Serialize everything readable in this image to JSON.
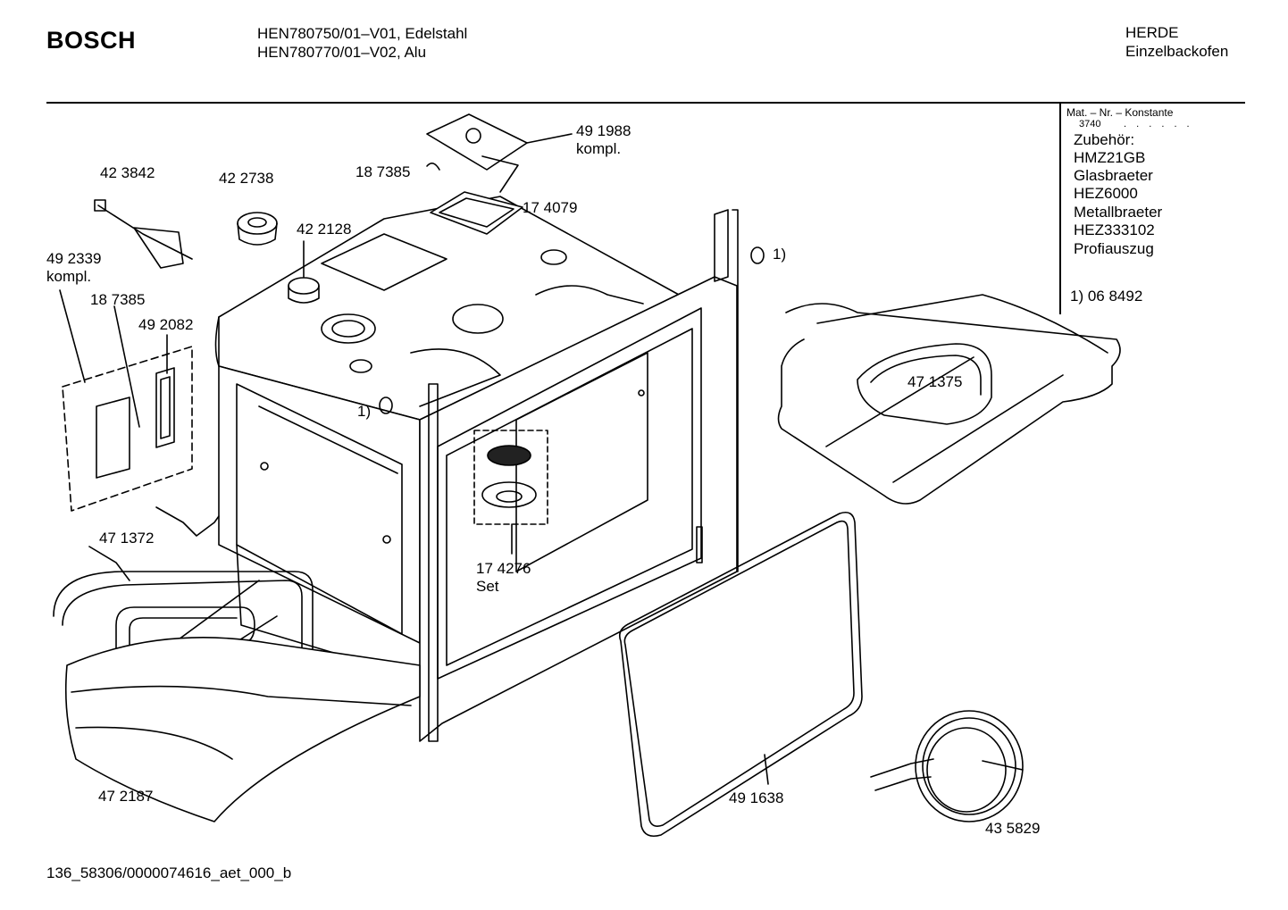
{
  "header": {
    "brand": "BOSCH",
    "models": [
      "HEN780750/01–V01, Edelstahl",
      "HEN780770/01–V02,  Alu"
    ],
    "category": [
      "HERDE",
      "Einzelbackofen"
    ]
  },
  "side_panel": {
    "mat_label": "Mat. – Nr. – Konstante",
    "constant": "3740",
    "dots": ". . . . . .",
    "accessories_title": "Zubehör:",
    "accessories": [
      "HMZ21GB",
      "Glasbraeter",
      "HEZ6000",
      "Metallbraeter",
      "HEZ333102",
      "Profiauszug"
    ],
    "footnote": "1) 06 8492"
  },
  "parts": {
    "p491988": "49 1988",
    "p491988_note": "kompl.",
    "p187385_top": "18 7385",
    "p174079": "17 4079",
    "p423842": "42 3842",
    "p422738": "42 2738",
    "p422128": "42 2128",
    "p492339": "49 2339",
    "p492339_note": "kompl.",
    "p187385_left": "18 7385",
    "p492082": "49 2082",
    "p471372": "47 1372",
    "p174276": "17 4276",
    "p174276_note": "Set",
    "p471375": "47 1375",
    "p472187": "47 2187",
    "p491638": "49 1638",
    "p435829": "43 5829",
    "ref1_right": "1)",
    "ref1_left": "1)"
  },
  "footer": {
    "code": "136_58306/0000074616_aet_000_b"
  }
}
